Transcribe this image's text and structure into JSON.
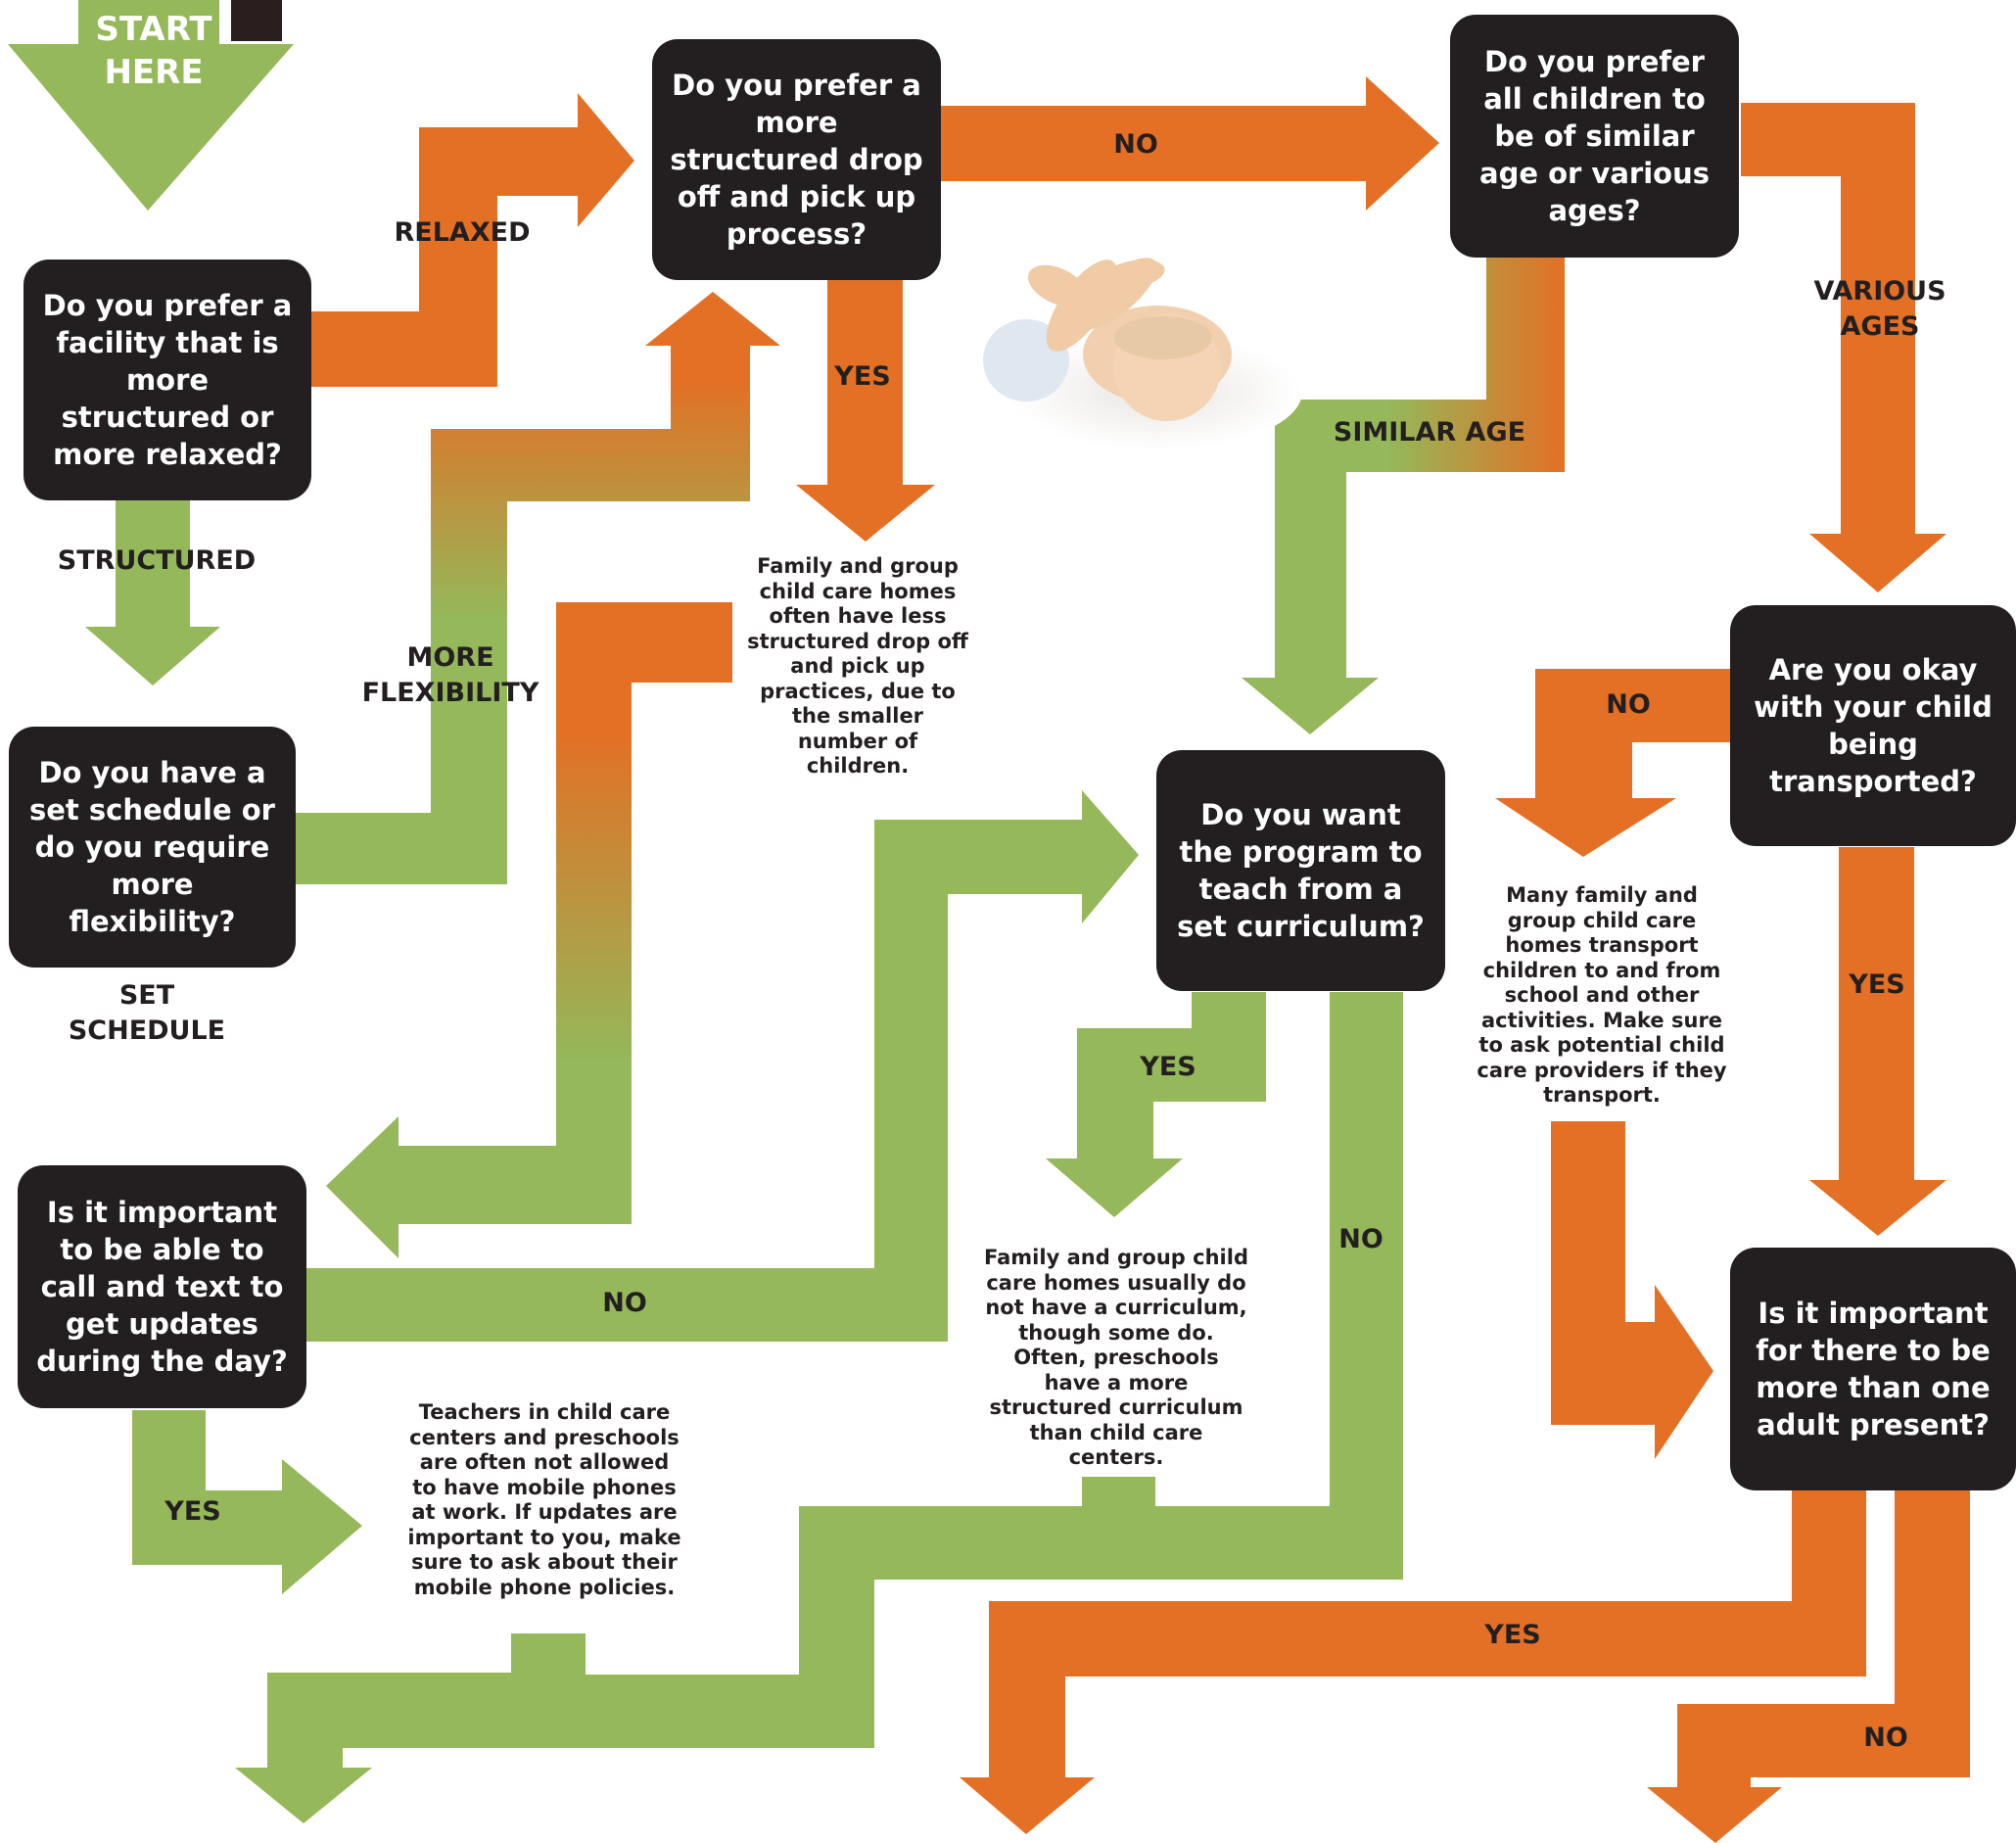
{
  "start": {
    "line1": "START",
    "line2": "HERE"
  },
  "questions": {
    "q_facility": "Do you prefer a facility that is more structured or more relaxed?",
    "q_dropoff": "Do you prefer a more structured drop off and pick up process?",
    "q_ages": "Do you prefer all children to be of similar age or various ages?",
    "q_schedule": "Do you have a set schedule or do you require more flexibility?",
    "q_transport": "Are you okay with your child being transported?",
    "q_curriculum": "Do you want the program to teach from a set curriculum?",
    "q_updates": "Is it important to be able to call and text to get updates during the day?",
    "q_adults": "Is it important for there to be more than one adult present?"
  },
  "labels": {
    "relaxed": "RELAXED",
    "structured": "STRUCTURED",
    "dropoff_no": "NO",
    "dropoff_yes": "YES",
    "various_ages_1": "VARIOUS",
    "various_ages_2": "AGES",
    "similar_age": "SIMILAR AGE",
    "more_flex_1": "MORE",
    "more_flex_2": "FLEXIBILITY",
    "set_sched_1": "SET",
    "set_sched_2": "SCHEDULE",
    "transport_no": "NO",
    "transport_yes": "YES",
    "curriculum_yes": "YES",
    "curriculum_no": "NO",
    "updates_no": "NO",
    "updates_yes": "YES",
    "adults_yes": "YES",
    "adults_no": "NO"
  },
  "notes": {
    "n_dropoff": "Family and group child care homes often have less structured drop off and pick up practices, due to the smaller number of children.",
    "n_transport": "Many family and group child care homes transport children to and from school and other activities. Make sure to ask potential child care providers if they transport.",
    "n_curriculum": "Family and group child care homes usually do not have a curriculum, though some do. Often, preschools have a more structured curriculum than child care centers.",
    "n_updates": "Teachers in child care centers and preschools are often not allowed to have mobile phones at work. If updates are important to you, make sure to ask about their mobile phone policies."
  },
  "colors": {
    "orange": "#e37025",
    "green": "#94b85a",
    "box": "#231f20",
    "text": "#231f20"
  },
  "image": {
    "name": "baby-photo"
  }
}
